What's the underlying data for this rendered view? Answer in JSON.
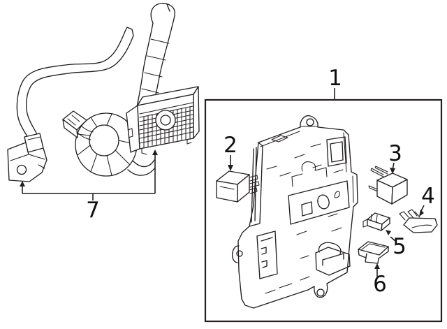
{
  "diagram": {
    "callouts": {
      "c1": {
        "label": "1"
      },
      "c2": {
        "label": "2"
      },
      "c3": {
        "label": "3"
      },
      "c4": {
        "label": "4"
      },
      "c5": {
        "label": "5"
      },
      "c6": {
        "label": "6"
      },
      "c7": {
        "label": "7"
      }
    },
    "colors": {
      "background": "#ffffff",
      "line": "#231f20",
      "label_text": "#111111"
    }
  }
}
